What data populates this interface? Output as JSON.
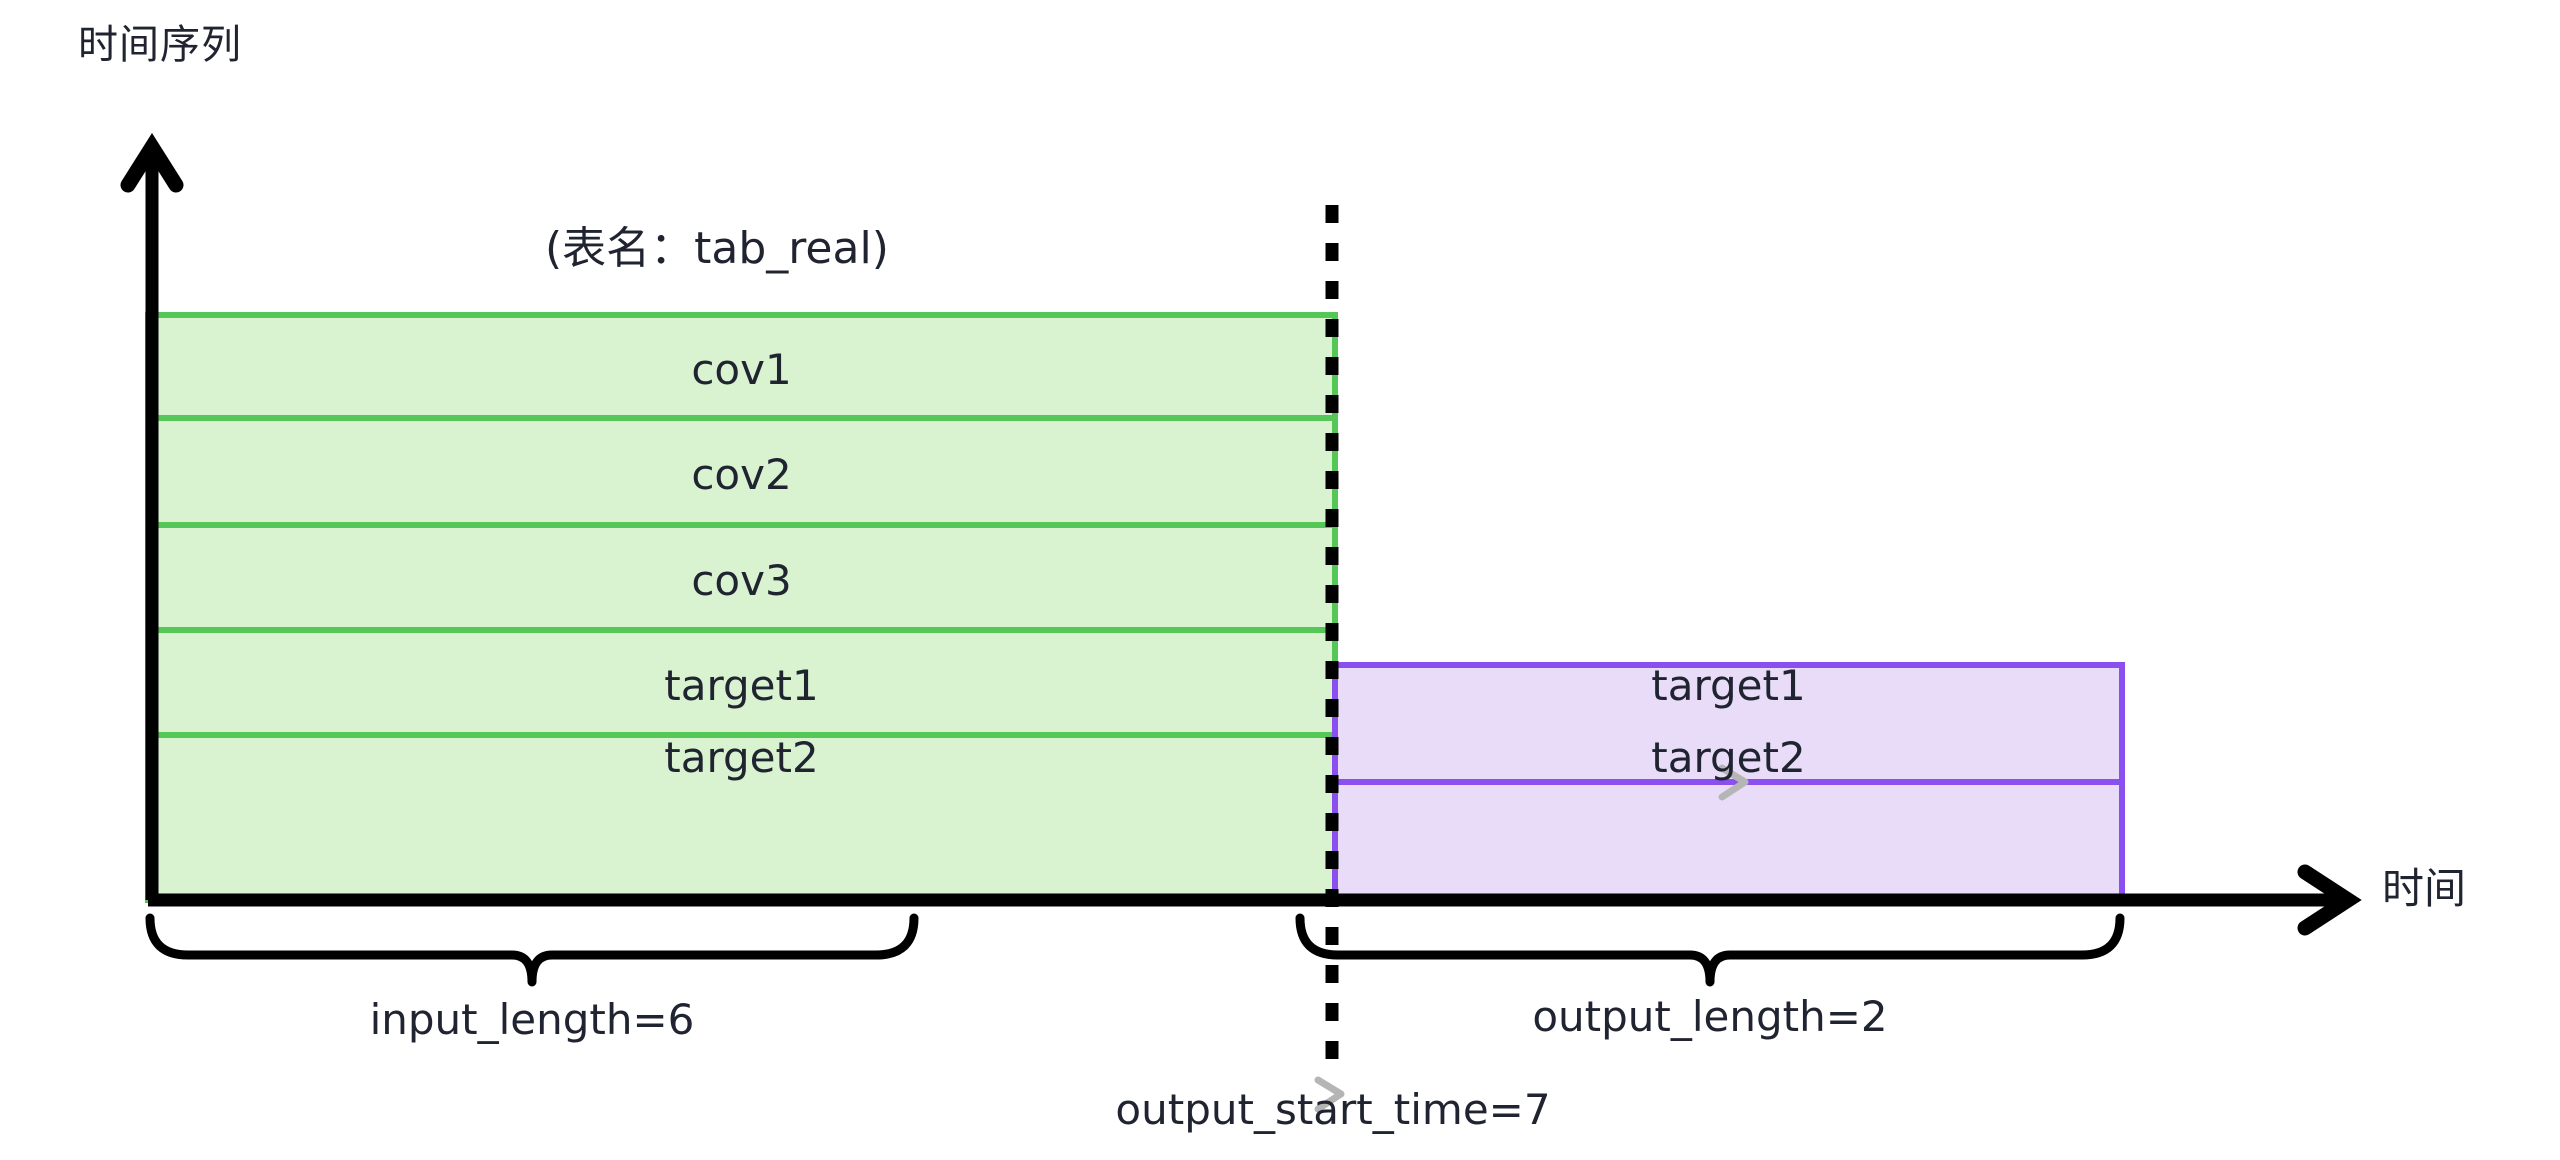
{
  "chart_data": {
    "type": "diagram",
    "title": "时间序列",
    "xlabel": "时间",
    "table_name_label": "(表名：tab_real)",
    "input_window": {
      "label": "input_length=6",
      "length": 6,
      "columns": [
        "cov1",
        "cov2",
        "cov3",
        "target1",
        "target2"
      ],
      "fill_color": "#d9f2d0",
      "border_color": "#55c757"
    },
    "output_window": {
      "label": "output_length=2",
      "length": 2,
      "columns": [
        "target1",
        "target2"
      ],
      "fill_color": "#e9dcf9",
      "border_color": "#8b4ff0"
    },
    "split_marker": {
      "label": "output_start_time=7",
      "value": 7,
      "style": "dotted-vertical"
    }
  },
  "title": "时间序列",
  "axis": {
    "x_label": "时间",
    "y_arrow": "up-arrow-icon",
    "x_arrow": "right-arrow-icon"
  },
  "table": {
    "name_label": "(表名：tab_real)"
  },
  "input_rows": [
    {
      "label": "cov1"
    },
    {
      "label": "cov2"
    },
    {
      "label": "cov3"
    },
    {
      "label": "target1"
    },
    {
      "label": "target2"
    }
  ],
  "output_rows": [
    {
      "label": "target1"
    },
    {
      "label": "target2"
    }
  ],
  "annotations": {
    "input_length": "input_length=6",
    "output_length": "output_length=2",
    "output_start_time": "output_start_time=7"
  },
  "colors": {
    "green_fill": "#d9f2d0",
    "green_border": "#55c757",
    "purple_fill": "#e9dcf9",
    "purple_border": "#8b4ff0",
    "axis": "#000000",
    "text": "#1f2430",
    "marker_gray": "#b5b5b5"
  }
}
